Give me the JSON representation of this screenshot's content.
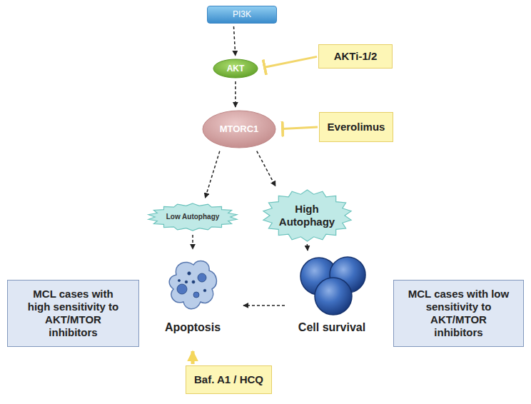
{
  "diagram": {
    "nodes": [
      {
        "text": [
          "PI3K"
        ]
      },
      {
        "text": [
          "AKT"
        ]
      },
      {
        "text": [
          "AKTi-1/2"
        ]
      },
      {
        "text": [
          "MTORC1"
        ]
      },
      {
        "text": [
          "Everolimus"
        ]
      },
      {
        "text": [
          "Low Autophagy"
        ]
      },
      {
        "text": [
          "High Autophagy"
        ]
      },
      {
        "text": [
          "MCL cases with high sensitivity to AKT/MTOR inhibitors"
        ]
      },
      {
        "text": [
          "Apoptosis"
        ]
      },
      {
        "text": [
          "Cell survival"
        ]
      },
      {
        "text": [
          "MCL cases with low sensitivity to AKT/MTOR inhibitors"
        ]
      },
      {
        "text": [
          "Baf. A1 / HCQ"
        ]
      }
    ],
    "edges": [
      {
        "from": 0,
        "to": 1,
        "arrow": "to"
      },
      {
        "from": 2,
        "to": 1,
        "arrow": "to"
      },
      {
        "from": 1,
        "to": 3,
        "arrow": "to"
      },
      {
        "from": 4,
        "to": 3,
        "arrow": "to"
      },
      {
        "from": 3,
        "to": 5,
        "arrow": "to"
      },
      {
        "from": 3,
        "to": 6,
        "arrow": "to"
      },
      {
        "from": 5,
        "to": 8,
        "arrow": "to"
      },
      {
        "from": 6,
        "to": 9,
        "arrow": "to"
      },
      {
        "from": 9,
        "to": 8,
        "arrow": "to"
      },
      {
        "from": 11,
        "to": 8,
        "arrow": "to"
      }
    ]
  }
}
